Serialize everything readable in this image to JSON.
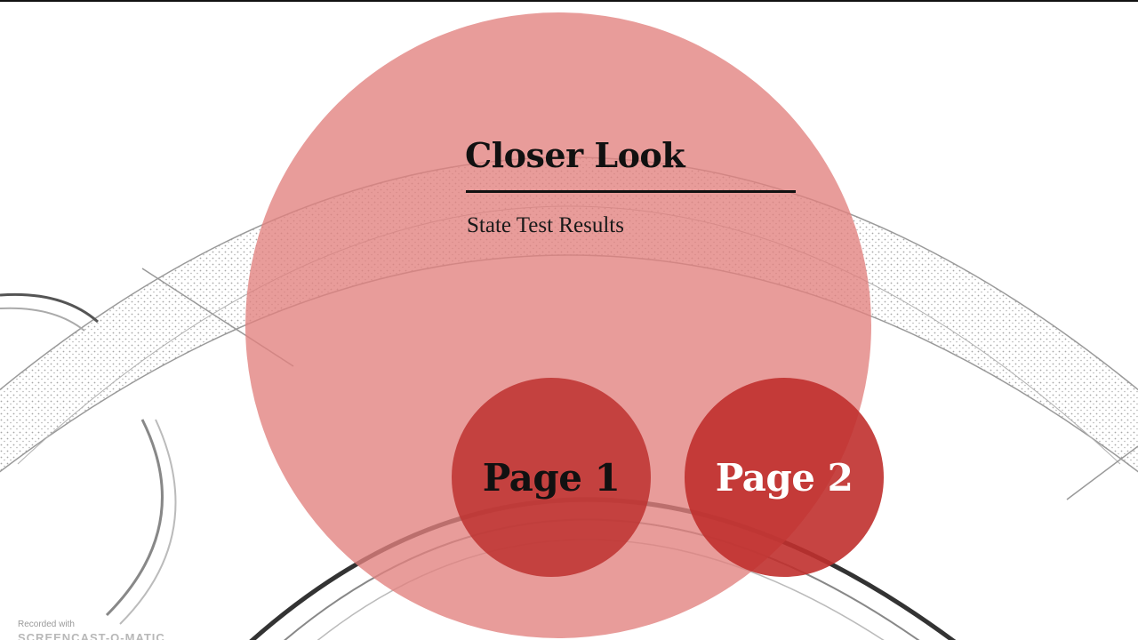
{
  "slide": {
    "title": "Closer Look",
    "subtitle": "State Test Results"
  },
  "buttons": {
    "page1_label": "Page 1",
    "page2_label": "Page 2"
  },
  "watermark": {
    "recorded_with": "Recorded with",
    "brand": "SCREENCAST-O-MATIC"
  },
  "colors": {
    "big_circle": "#e8807e",
    "page_circle": "#be3432",
    "page2_text": "#ffffff"
  }
}
